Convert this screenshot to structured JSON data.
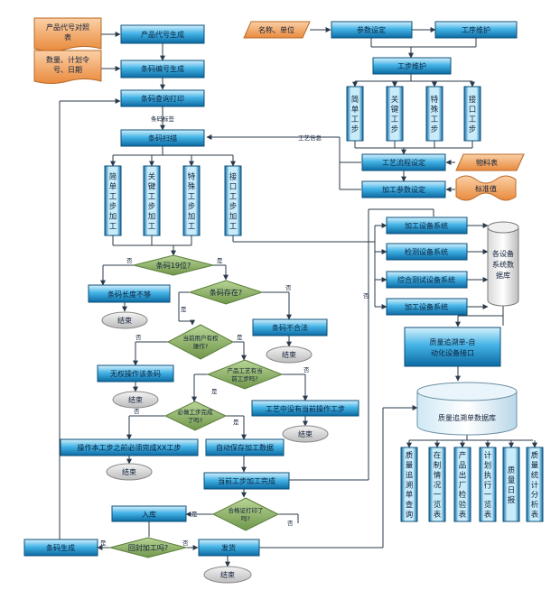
{
  "nodes": {
    "product_code_table": "产品代号对照表",
    "product_code_gen": "产品代号生成",
    "qty_plan_date": "数量、计划令号、日期",
    "barcode_no_gen": "条码编号生成",
    "barcode_query_print": "条码查询打印",
    "barcode_label": "条码标签",
    "barcode_scan": "条码扫描",
    "name_unit": "名称、单位",
    "param_setting": "参数设定",
    "process_maint": "工序维护",
    "step_maint": "工步维护",
    "step_simple": "简单工步",
    "step_key": "关键工步",
    "step_special": "特殊工步",
    "step_interface": "接口工步",
    "process_flow_setting": "工艺流程设定",
    "material_table": "物料表",
    "machining_param_setting": "加工参数设定",
    "standard_value": "标准值",
    "process_info": "工艺信息",
    "proc_simple": "简单工步加工",
    "proc_key": "关键工步加工",
    "proc_special": "特殊工步加工",
    "proc_interface": "接口工步加工",
    "q_barcode_19": "条码19位?",
    "yes": "是",
    "no": "否",
    "barcode_length_short": "条码长度不够",
    "end": "结束",
    "q_barcode_exists": "条码存在?",
    "barcode_invalid": "条码不合法",
    "q_user_permission": "当前用户有权操作?",
    "no_permission": "无权操作该条码",
    "q_product_has_step": "产品工艺有当前工步吗?",
    "no_current_step": "工艺中没有当前操作工步",
    "q_step_done": "必做工步完成了吗?",
    "must_finish_first": "操作本工步之前必须完成XX工步",
    "auto_save": "自动保存加工数据",
    "current_step_done": "当前工步加工完成",
    "q_qualified": "合格证打印了吗?",
    "warehouse_in": "入库",
    "barcode_generate": "条码生成",
    "q_sealed": "回封加工吗?",
    "ship": "发货",
    "eq_machining": "加工设备系统",
    "eq_testing": "检测设备系统",
    "eq_comprehensive": "综合测试设备系统",
    "eq_machining2": "加工设备系统",
    "eq_database": "各设备系统数据库",
    "tracking_interface": "质量追溯单-自动化设备接口",
    "tracking_db": "质量追溯单数据库",
    "r_tracking_query": "质量追溯单查询",
    "r_wip": "在制情况一览表",
    "r_outgoing": "产品出厂检验表",
    "r_plan": "计划执行一览表",
    "r_daily": "质量日报",
    "r_stats": "质量统计分析表"
  },
  "colors": {
    "box_top": "#bfe8fb",
    "box_mid": "#2fa6df",
    "box_bottom": "#0c6ea8",
    "box_border": "#0d4f78",
    "diamond": "#8fb46a",
    "diamond_border": "#5b7f3c",
    "oval": "#dcdcdc",
    "input_orange": "#f4a664",
    "line": "#2a3a4a"
  }
}
